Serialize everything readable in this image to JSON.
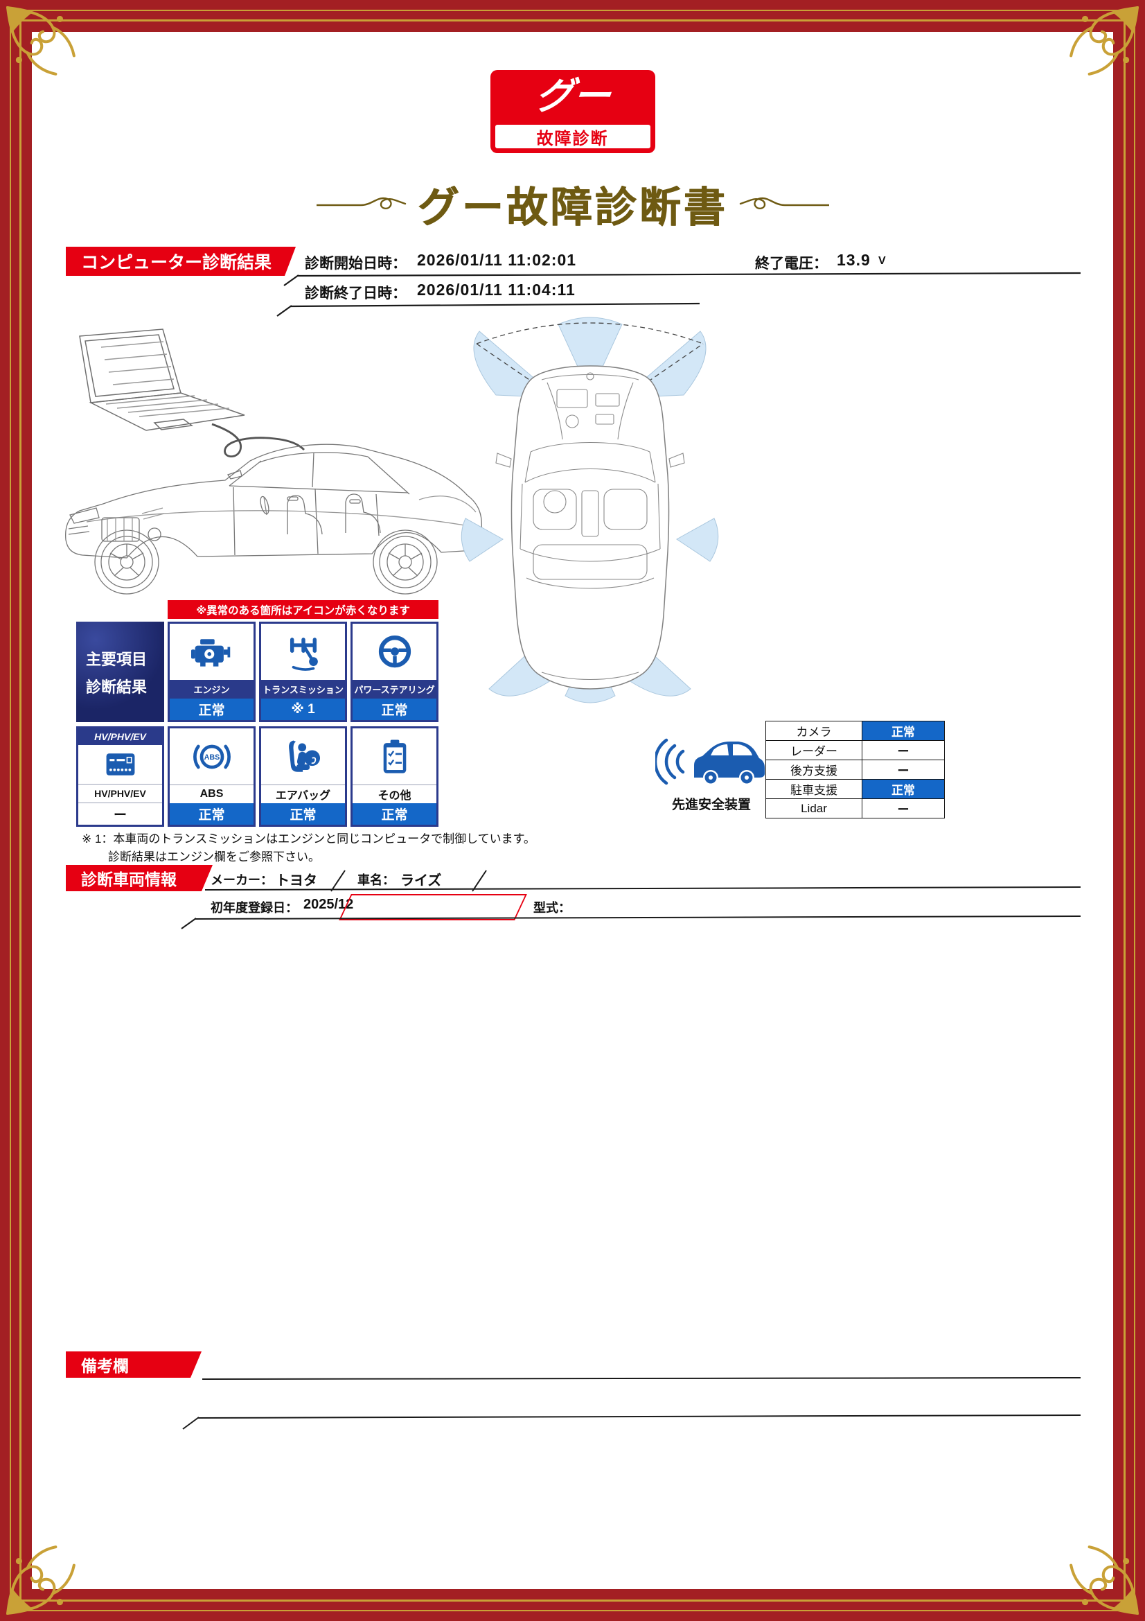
{
  "logo": {
    "mark": "グー",
    "caption": "故障診断"
  },
  "title": "グー故障診断書",
  "computer_diagnosis": {
    "section_title": "コンピューター診断結果",
    "start_label": "診断開始日時：",
    "start_value": "2026/01/11 11:02:01",
    "end_label": "診断終了日時：",
    "end_value": "2026/01/11 11:04:11",
    "voltage_label": "終了電圧：",
    "voltage_value": "13.9",
    "voltage_unit": "V"
  },
  "notice_bar": "※異常のある箇所はアイコンが赤くなります",
  "summary_header": {
    "line1": "主要項目",
    "line2": "診断結果"
  },
  "diagnostic_items": [
    {
      "label": "エンジン",
      "status": "正常"
    },
    {
      "label": "トランスミッション",
      "status": "※ 1"
    },
    {
      "label": "パワーステアリング",
      "status": "正常"
    },
    {
      "header": "HV/PHV/EV",
      "label": "HV/PHV/EV",
      "status": "ー"
    },
    {
      "label": "ABS",
      "status": "正常"
    },
    {
      "label": "エアバッグ",
      "status": "正常"
    },
    {
      "label": "その他",
      "status": "正常"
    }
  ],
  "adas": {
    "label": "先進安全装置",
    "rows": [
      {
        "name": "カメラ",
        "status": "正常"
      },
      {
        "name": "レーダー",
        "status": "ー"
      },
      {
        "name": "後方支援",
        "status": "ー"
      },
      {
        "name": "駐車支援",
        "status": "正常"
      },
      {
        "name": "Lidar",
        "status": "ー"
      }
    ]
  },
  "footnote": {
    "line1": "※ 1：本車両のトランスミッションはエンジンと同じコンピュータで制御しています。",
    "line2": "診断結果はエンジン欄をご参照下さい。"
  },
  "vehicle_info": {
    "section_title": "診断車両情報",
    "maker_label": "メーカー：",
    "maker_value": "トヨタ",
    "car_name_label": "車名：",
    "car_name_value": "ライズ",
    "first_registration_label": "初年度登録日：",
    "first_registration_value": "2025/12",
    "model_code_label": "型式："
  },
  "remarks": {
    "section_title": "備考欄"
  }
}
